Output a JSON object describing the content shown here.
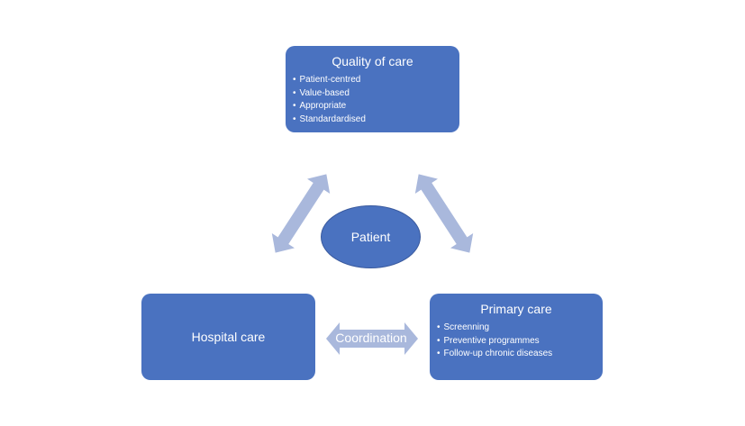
{
  "nodes": {
    "quality": {
      "title": "Quality of care",
      "items": [
        "Patient-centred",
        "Value-based",
        "Appropriate",
        "Standardardised"
      ]
    },
    "patient": {
      "title": "Patient"
    },
    "hospital": {
      "title": "Hospital care"
    },
    "primary": {
      "title": "Primary care",
      "items": [
        "Screenning",
        "Preventive programmes",
        "Follow-up chronic diseases"
      ]
    }
  },
  "connectors": {
    "coordination_label": "Coordination"
  },
  "colors": {
    "box_fill": "#4a72c0",
    "arrow_fill": "#a9b8dc",
    "text": "#ffffff"
  }
}
